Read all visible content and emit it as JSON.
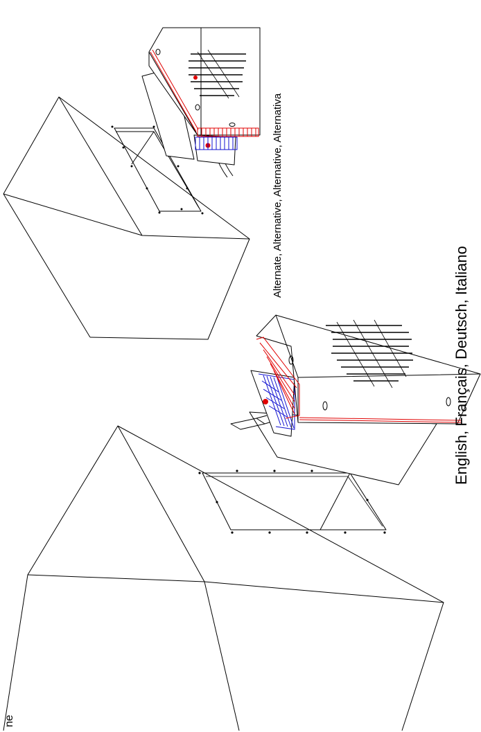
{
  "diagram": {
    "caption_languages": "English, Français, Deutsch, Italiano",
    "caption_alternates": "Alternate, Alternative, Alternative, Alternativa",
    "caption_fragment": "ne"
  },
  "colors": {
    "lines": "#000000",
    "hot_side": "#e00000",
    "cold_side": "#1010d0",
    "background": "#ffffff"
  }
}
